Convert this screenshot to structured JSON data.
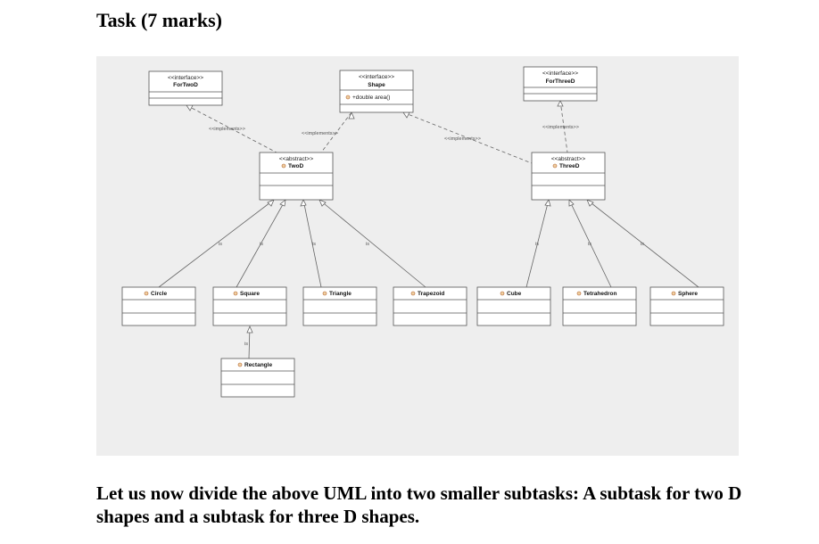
{
  "title": "Task (7 marks)",
  "instruction": "Let us now divide the above UML into two smaller subtasks: A subtask for two D shapes and a subtask for three D shapes.",
  "diagram": {
    "nodes": {
      "fortwod": {
        "stereotype": "<<interface>>",
        "name": "ForTwoD"
      },
      "shape": {
        "stereotype": "<<interface>>",
        "name": "Shape",
        "member": "+double area()"
      },
      "forthreed": {
        "stereotype": "<<interface>>",
        "name": "ForThreeD"
      },
      "twod": {
        "stereotype": "<<abstract>>",
        "name": "TwoD"
      },
      "threed": {
        "stereotype": "<<abstract>>",
        "name": "ThreeD"
      },
      "circle": {
        "name": "Circle"
      },
      "square": {
        "name": "Square"
      },
      "triangle": {
        "name": "Triangle"
      },
      "trapezoid": {
        "name": "Trapezoid"
      },
      "cube": {
        "name": "Cube"
      },
      "tetrahedron": {
        "name": "Tetrahedron"
      },
      "sphere": {
        "name": "Sphere"
      },
      "rectangle": {
        "name": "Rectangle"
      }
    },
    "edge_labels": {
      "implements": "<<implements>>",
      "is": "is"
    }
  }
}
